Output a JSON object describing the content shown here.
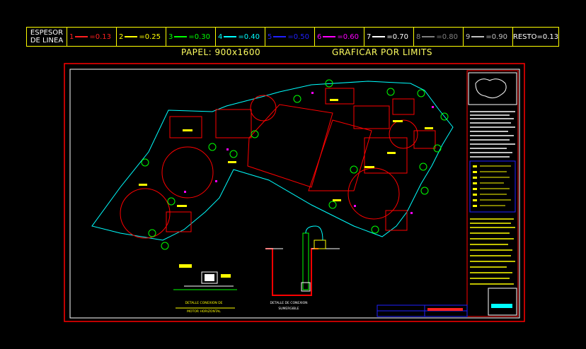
{
  "legend": {
    "header": [
      "ESPESOR",
      "DE LINEA"
    ],
    "entries": [
      {
        "num": "1",
        "value": "=0.13",
        "color": "#ff2020"
      },
      {
        "num": "2",
        "value": "=0.25",
        "color": "#ffff00"
      },
      {
        "num": "3",
        "value": "=0.30",
        "color": "#00ff00"
      },
      {
        "num": "4",
        "value": "=0.40",
        "color": "#00ffff"
      },
      {
        "num": "5",
        "value": "=0.50",
        "color": "#2020ff"
      },
      {
        "num": "6",
        "value": "=0.60",
        "color": "#ff00ff"
      },
      {
        "num": "7",
        "value": "=0.70",
        "color": "#ffffff"
      },
      {
        "num": "8",
        "value": "=0.80",
        "color": "#808080"
      },
      {
        "num": "9",
        "value": "=0.90",
        "color": "#c0c0c0"
      }
    ],
    "rest": "RESTO=0.13"
  },
  "paper": "PAPEL: 900x1600",
  "plot": "GRAFICAR POR LIMITS",
  "details": {
    "left_title_1": "DETALLE CONEXION DE",
    "left_title_2": "MOTOR HORIZONTAL",
    "right_title_1": "DETALLE DE CONEXION",
    "right_title_2": "SUMERGIBLE"
  },
  "colors": {
    "frame": "#ff0000",
    "site": "#00ffff",
    "building": "#ff0000",
    "trees": "#00ff00",
    "text": "#ffff00"
  }
}
